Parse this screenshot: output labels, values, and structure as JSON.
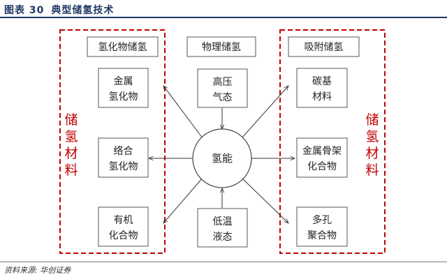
{
  "figure": {
    "label": "图表 30",
    "title": "典型储氢技术",
    "source": "资料来源: 华创证券"
  },
  "diagram": {
    "hub": "氢能",
    "side_label": "储氢材料",
    "groups": [
      {
        "header": "氢化物储氢",
        "items": [
          [
            "金属",
            "氢化物"
          ],
          [
            "络合",
            "氢化物"
          ],
          [
            "有机",
            "化合物"
          ]
        ]
      },
      {
        "header": "物理储氢",
        "items": [
          [
            "高压",
            "气态"
          ],
          [
            "低温",
            "液态"
          ]
        ]
      },
      {
        "header": "吸附储氢",
        "items": [
          [
            "碳基",
            "材料"
          ],
          [
            "金属骨架",
            "化合物"
          ],
          [
            "多孔",
            "聚合物"
          ]
        ]
      }
    ]
  },
  "colors": {
    "accent_red": "#c00000",
    "title_navy": "#1f3864"
  }
}
